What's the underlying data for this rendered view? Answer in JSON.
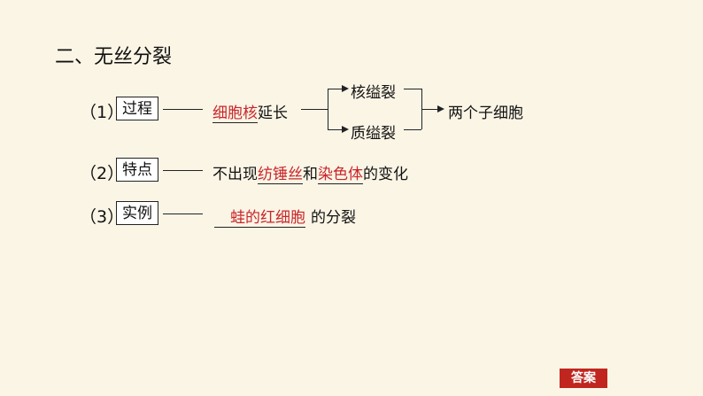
{
  "heading": "二、无丝分裂",
  "rows": [
    {
      "num": "（1）",
      "box": "过程",
      "answer": "细胞核",
      "suffix": "延长"
    },
    {
      "num": "（2）",
      "box": "特点",
      "prefix": "不出现",
      "answer1": "纺锤丝",
      "mid": "和",
      "answer2": "染色体",
      "suffix": "的变化"
    },
    {
      "num": "（3）",
      "box": "实例",
      "answer": "蛙的红细胞",
      "suffix": "的分裂"
    }
  ],
  "branch": {
    "top": "核缢裂",
    "bottom": "质缢裂",
    "result": "两个子细胞"
  },
  "answer_button": "答案"
}
